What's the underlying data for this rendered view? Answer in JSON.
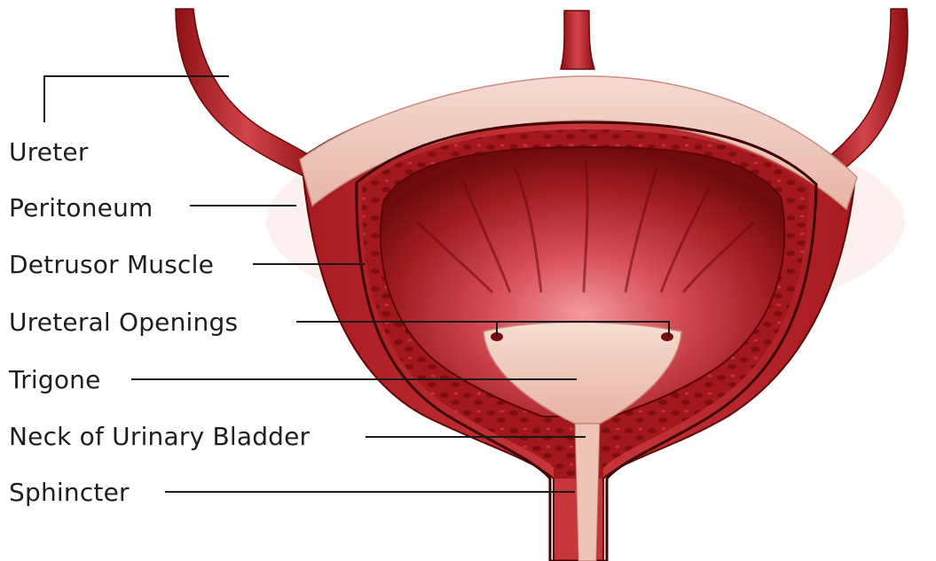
{
  "diagram": {
    "labels": {
      "ureter": "Ureter",
      "peritoneum": "Peritoneum",
      "detrusor_muscle": "Detrusor Muscle",
      "ureteral_openings": "Ureteral Openings",
      "trigone": "Trigone",
      "neck_of_urinary_bladder": "Neck of Urinary Bladder",
      "sphincter": "Sphincter"
    },
    "colors": {
      "muscle_dark": "#7a0a0c",
      "muscle": "#b8252a",
      "peritoneum": "#f0c8bc",
      "interior": "#8a1518",
      "mucosa_highlight": "#f08a8e",
      "trigone": "#f1d2c4",
      "leader_line": "#1a1a1a",
      "label_text": "#1e1e1e"
    }
  }
}
